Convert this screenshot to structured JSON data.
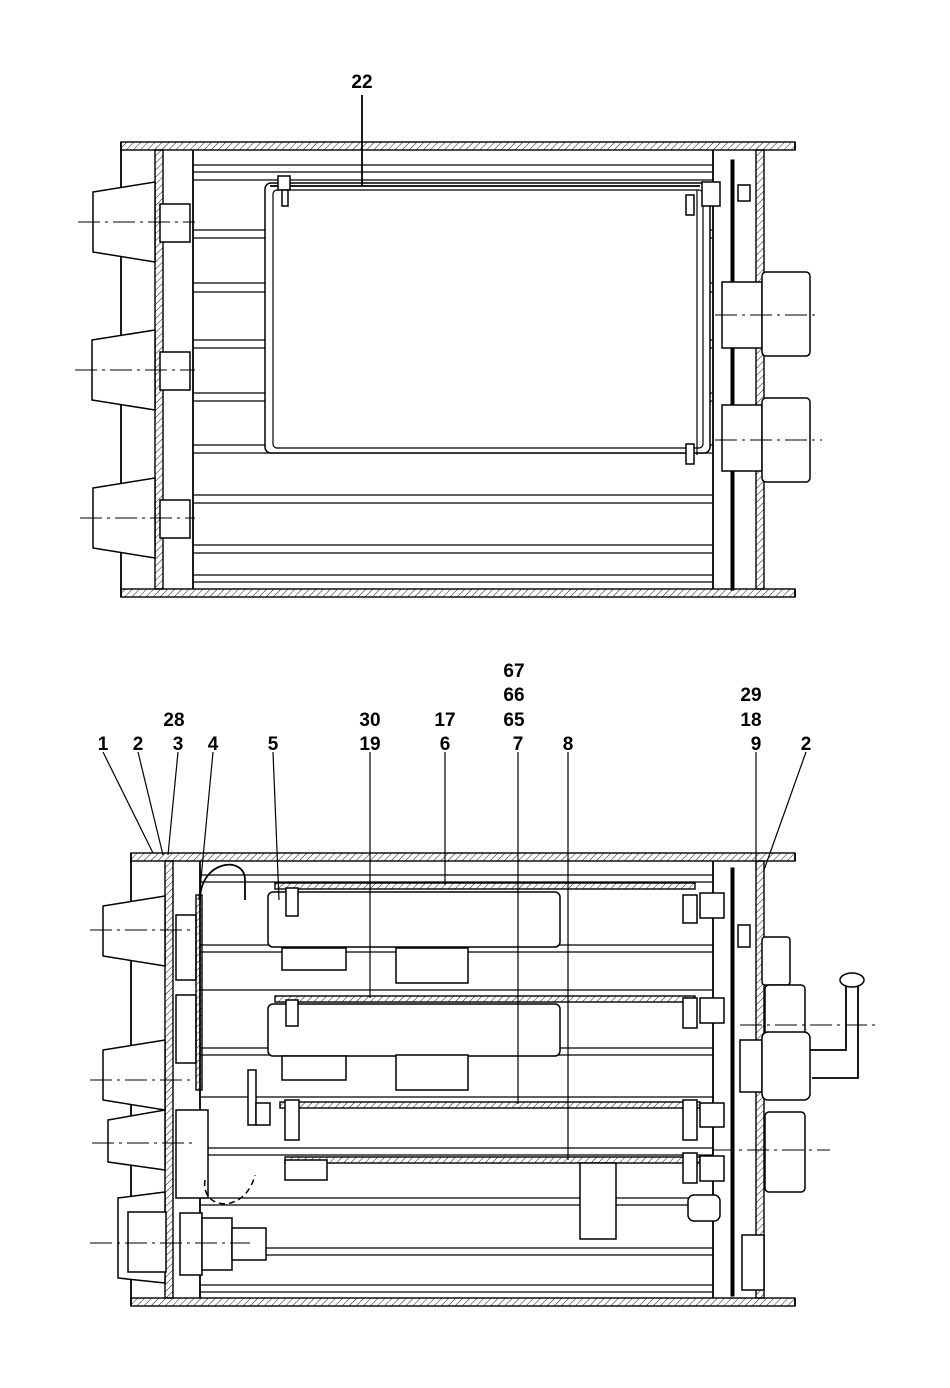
{
  "drawing": {
    "top_view": {
      "callouts": [
        "22"
      ]
    },
    "bottom_view": {
      "callouts": [
        "1",
        "2",
        "3",
        "28",
        "4",
        "5",
        "30",
        "19",
        "17",
        "6",
        "67",
        "66",
        "65",
        "7",
        "8",
        "29",
        "18",
        "9",
        "2"
      ]
    }
  }
}
